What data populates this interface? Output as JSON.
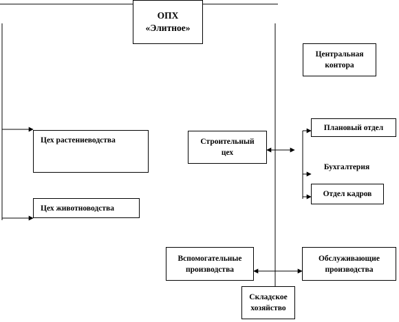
{
  "nodes": {
    "root": {
      "line1": "ОПХ",
      "line2": "«Элитное»"
    },
    "central_office": {
      "line1": "Центральная",
      "line2": "контора"
    },
    "plant_growing": {
      "label": "Цех растениеводства"
    },
    "livestock": {
      "label": "Цех животноводства"
    },
    "construction": {
      "line1": "Строительный",
      "line2": "цех"
    },
    "planning": {
      "label": "Плановый отдел"
    },
    "accounting": {
      "label": "Бухгалтерия"
    },
    "hr": {
      "label": "Отдел кадров"
    },
    "auxiliary": {
      "line1": "Вспомогательные",
      "line2": "производства"
    },
    "service": {
      "line1": "Обслуживающие",
      "line2": "производства"
    },
    "warehouse": {
      "line1": "Складское",
      "line2": "хозяйство"
    }
  },
  "colors": {
    "line": "#000000",
    "box_border": "#000000",
    "background": "#ffffff"
  }
}
